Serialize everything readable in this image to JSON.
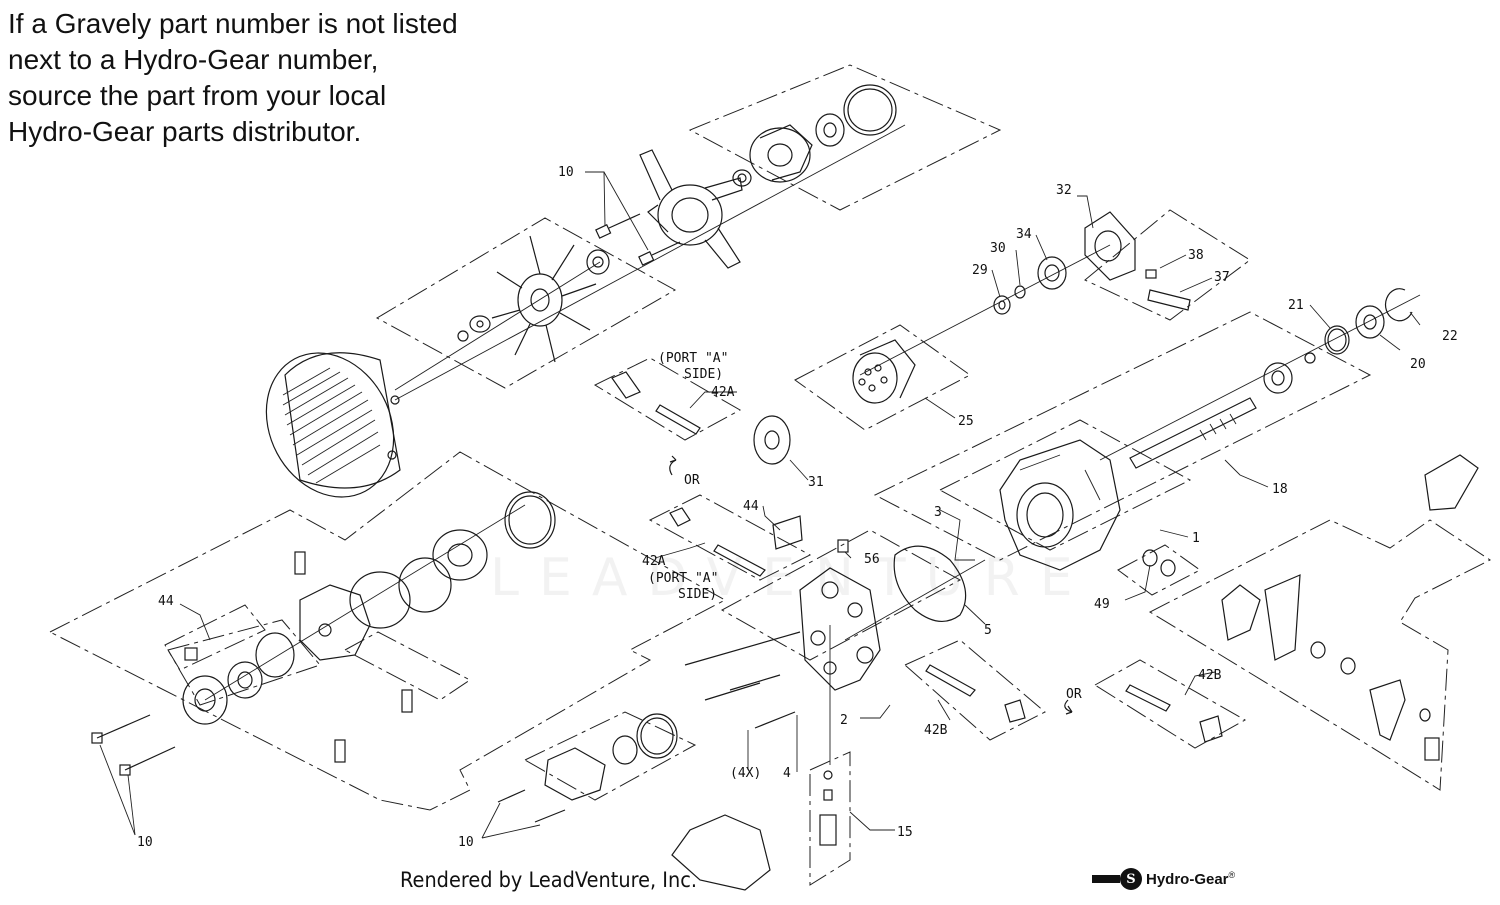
{
  "note": {
    "lines": [
      "If a Gravely part number is not listed",
      "next to a Hydro-Gear number,",
      "source the part from your local",
      "Hydro-Gear parts distributor."
    ]
  },
  "callouts": {
    "c10_top": "10",
    "c10_left": "10",
    "c10_bottom": "10",
    "c32": "32",
    "c30": "30",
    "c34": "34",
    "c29": "29",
    "c38": "38",
    "c37": "37",
    "c21": "21",
    "c22": "22",
    "c20": "20",
    "c25": "25",
    "c31": "31",
    "c18": "18",
    "c1": "1",
    "c3": "3",
    "c5": "5",
    "c49": "49",
    "c56": "56",
    "c44_mid": "44",
    "c44_left": "44",
    "c42a_top": "42A",
    "c42a_mid": "42A",
    "c42b_mid": "42B",
    "c42b_right": "42B",
    "c2": "2",
    "c4": "4",
    "c4x": "(4X)",
    "c15": "15",
    "port_a_top_1": "(PORT \"A\"",
    "port_a_top_2": "SIDE)",
    "port_a_mid_1": "(PORT \"A\"",
    "port_a_mid_2": "SIDE)",
    "or_mid": "OR",
    "or_right": "OR"
  },
  "footer": {
    "credit": "Rendered by LeadVenture, Inc.",
    "brand_name": "Hydro-Gear",
    "brand_reg": "®",
    "brand_seal": "S"
  },
  "watermark": "LEADVENTURE"
}
